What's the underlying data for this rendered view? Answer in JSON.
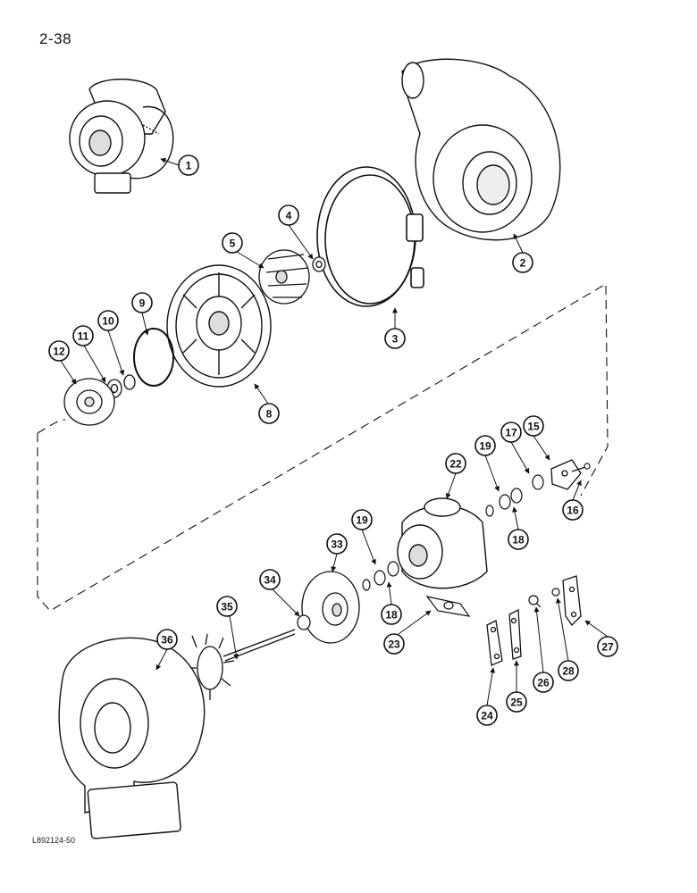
{
  "page_number": "2-38",
  "image_code": "L892124-50",
  "callouts": [
    "1",
    "2",
    "3",
    "4",
    "5",
    "8",
    "9",
    "10",
    "11",
    "12",
    "15",
    "16",
    "17",
    "18",
    "19",
    "22",
    "23",
    "24",
    "25",
    "26",
    "27",
    "28",
    "33",
    "34",
    "35",
    "36"
  ]
}
